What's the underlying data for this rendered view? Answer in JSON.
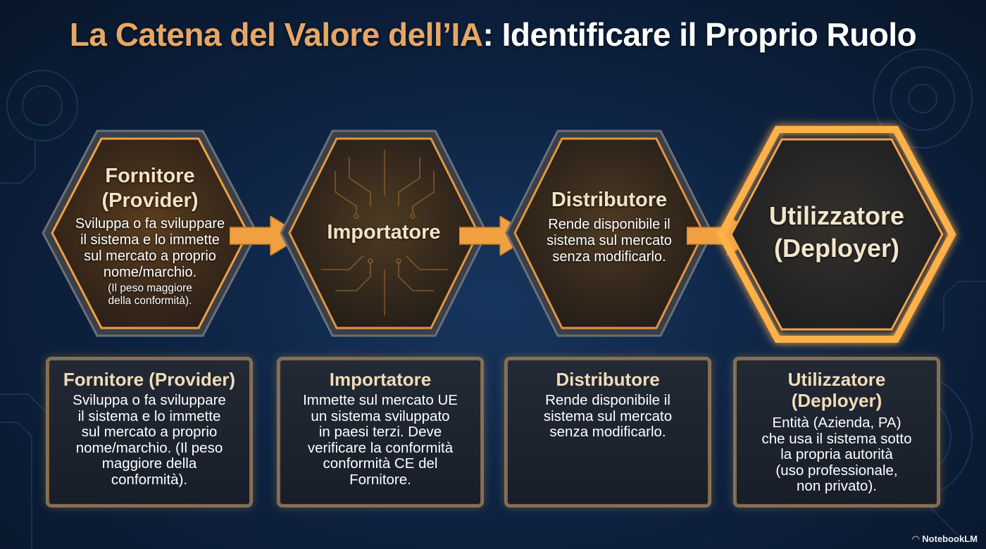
{
  "title": {
    "part1": "La Catena del Valore dell’IA",
    "part2": ": Identificare il Proprio Ruolo"
  },
  "hexagons": [
    {
      "title_line1": "Fornitore",
      "title_line2": "(Provider)",
      "desc_lines": [
        "Sviluppa o fa sviluppare",
        "il sistema e lo immette",
        "sul mercato a proprio",
        "nome/marchio."
      ],
      "note_lines": [
        "(Il peso maggiore",
        "della conformità)."
      ]
    },
    {
      "title": "Importatore"
    },
    {
      "title": "Distributore",
      "desc_lines": [
        "Rende disponibile il",
        "sistema sul mercato",
        "senza modificarlo."
      ]
    },
    {
      "title_line1": "Utilizzatore",
      "title_line2": "(Deployer)"
    }
  ],
  "cards": [
    {
      "title": "Fornitore (Provider)",
      "lines": [
        "Sviluppa o fa sviluppare",
        "il sistema e lo immette",
        "sul mercato a proprio",
        "nome/marchio. (Il peso",
        "maggiore della",
        "conformità)."
      ]
    },
    {
      "title": "Importatore",
      "lines": [
        "Immette sul mercato UE",
        "un sistema sviluppato",
        "in paesi terzi. Deve",
        "verificare la conformità",
        "conformità CE del",
        "Fornitore."
      ]
    },
    {
      "title": "Distributore",
      "lines": [
        "Rende disponibile il",
        "sistema sul mercato",
        "senza modificarlo."
      ]
    },
    {
      "title": "Utilizzatore (Deployer)",
      "lines": [
        "Entità (Azienda, PA)",
        "che usa il sistema sotto",
        "la propria autorità",
        "(uso professionale,",
        "non privato)."
      ]
    }
  ],
  "brand": "NotebookLM",
  "colors": {
    "accent": "#f0a040",
    "title_accent": "#e6a766",
    "background": "#0e2444"
  }
}
